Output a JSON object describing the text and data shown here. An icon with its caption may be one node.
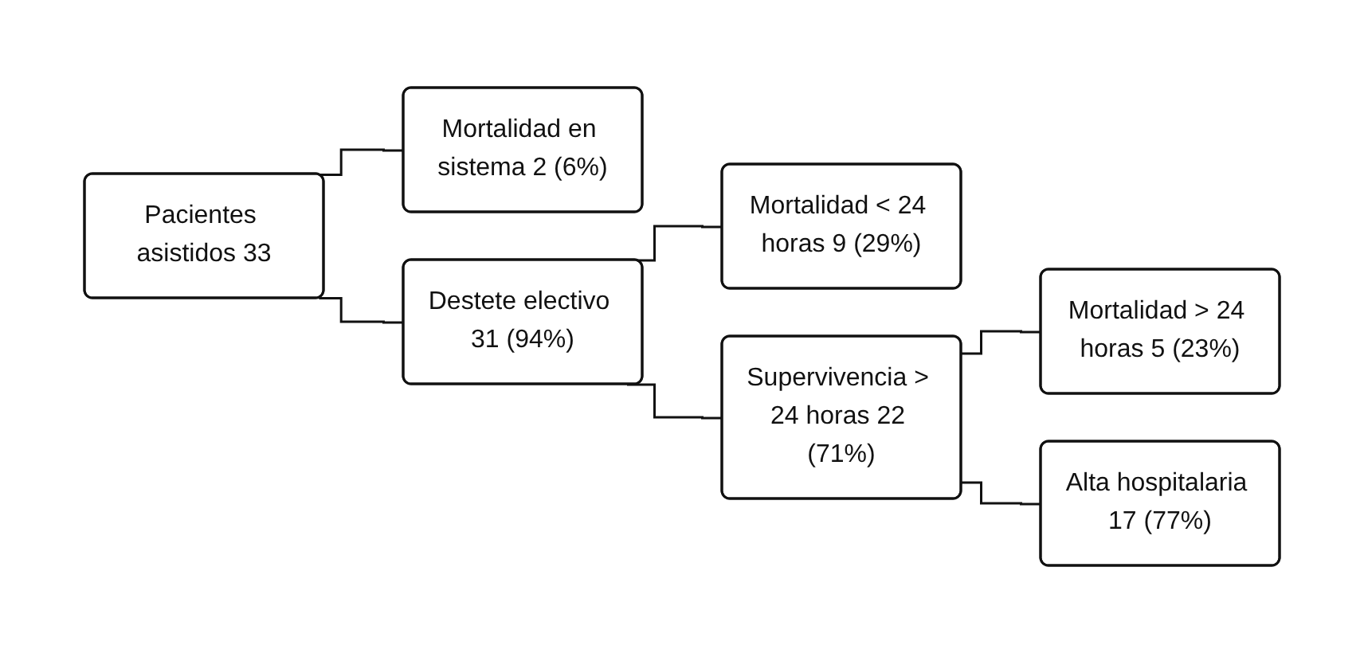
{
  "diagram": {
    "nodes": [
      {
        "text": [
          "Pacientes asistidos 33"
        ]
      },
      {
        "text": [
          "Mortalidad en sistema 2 (6%)"
        ]
      },
      {
        "text": [
          "Destete electivo 31 (94%)"
        ]
      },
      {
        "text": [
          "Mortalidad < 24 horas 9 (29%)"
        ]
      },
      {
        "text": [
          "Supervivencia > 24 horas 22 (71%)"
        ]
      },
      {
        "text": [
          "Mortalidad > 24 horas 5 (23%)"
        ]
      },
      {
        "text": [
          "Alta hospitalaria 17 (77%)"
        ]
      }
    ],
    "edges": [
      {
        "from": 0,
        "to": 1,
        "arrow": "none"
      },
      {
        "from": 0,
        "to": 2,
        "arrow": "none"
      },
      {
        "from": 2,
        "to": 3,
        "arrow": "none"
      },
      {
        "from": 2,
        "to": 4,
        "arrow": "none"
      },
      {
        "from": 4,
        "to": 5,
        "arrow": "none"
      },
      {
        "from": 4,
        "to": 6,
        "arrow": "none"
      }
    ]
  }
}
